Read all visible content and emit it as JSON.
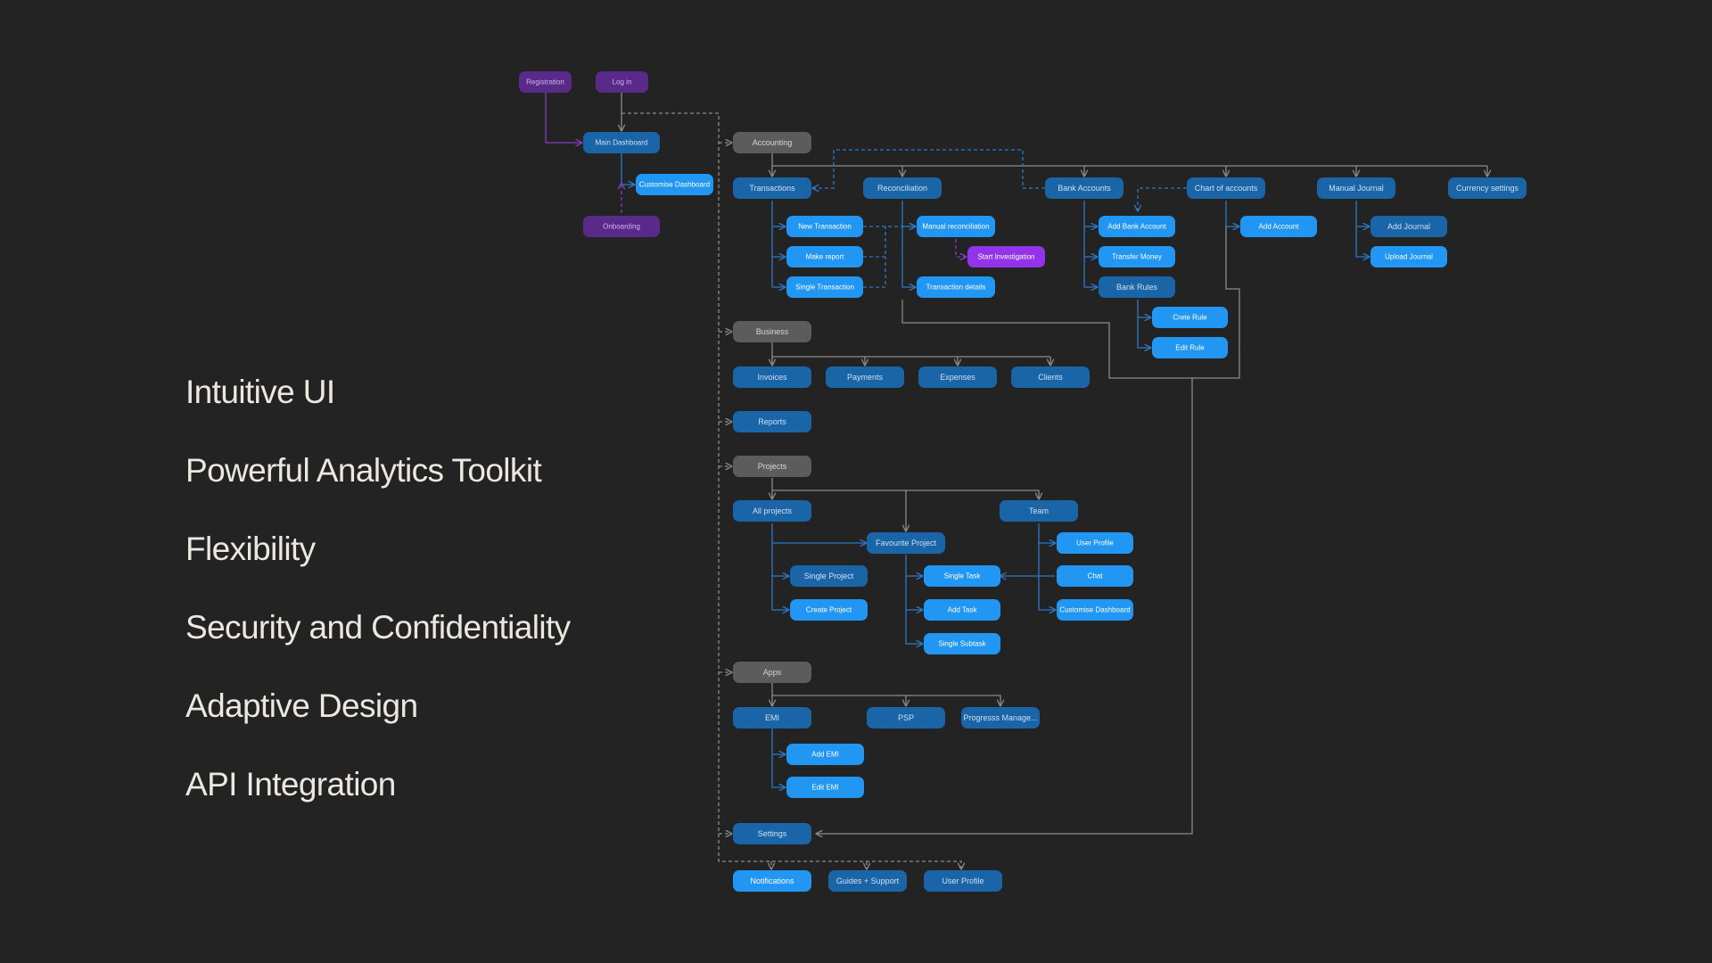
{
  "features": [
    "Intuitive UI",
    "Powerful Analytics Toolkit",
    "Flexibility",
    "Security and Confidentiality",
    "Adaptive Design",
    "API Integration"
  ],
  "nodes": {
    "registration": "Registration",
    "login": "Log in",
    "main_dashboard": "Main Dashboard",
    "customise_dashboard": "Customise Dashboard",
    "onboarding": "Onboarding",
    "accounting": "Accounting",
    "transactions": "Transactions",
    "reconciliation": "Reconciliation",
    "bank_accounts": "Bank Accounts",
    "chart_of_accounts": "Chart of accounts",
    "manual_journal": "Manual Journal",
    "currency_settings": "Currency settings",
    "new_transaction": "New Transaction",
    "make_report": "Make report",
    "single_transaction": "Single Transaction",
    "manual_reconciliation": "Manual reconciliation",
    "start_investigation": "Start Investigation",
    "transaction_details": "Transaction details",
    "add_bank_account": "Add Bank Account",
    "transfer_money": "Transfer Money",
    "bank_rules": "Bank Rules",
    "create_rule": "Crete Rule",
    "edit_rule": "Edit Rule",
    "add_account": "Add Account",
    "add_journal": "Add Journal",
    "upload_journal": "Upload Journal",
    "business": "Business",
    "invoices": "Invoices",
    "payments": "Payments",
    "expenses": "Expenses",
    "clients": "Clients",
    "reports": "Reports",
    "projects": "Projects",
    "all_projects": "All projects",
    "favourite_project": "Favourite Project",
    "team": "Team",
    "single_project": "Single Project",
    "create_project": "Create Project",
    "single_task": "Single Task",
    "add_task": "Add Task",
    "single_subtask": "Single Subtask",
    "user_profile_team": "User Profile",
    "chat": "Chat",
    "customise_dashboard_team": "Customise Dashboard",
    "apps": "Apps",
    "emi": "EMI",
    "psp": "PSP",
    "progress_manager": "Progresss Manage...",
    "add_emi": "Add EMI",
    "edit_emi": "Edit EMI",
    "settings": "Settings",
    "notifications": "Notifications",
    "guides_support": "Guides + Support",
    "user_profile": "User Profile"
  },
  "colors": {
    "background": "#232323",
    "node_dark_blue": "#1a64a8",
    "node_bright_blue": "#2196f3",
    "node_gray": "#5c5c5c",
    "node_purple": "#5a2a8a",
    "node_violet": "#9333ea",
    "feature_text": "#ece7df"
  }
}
